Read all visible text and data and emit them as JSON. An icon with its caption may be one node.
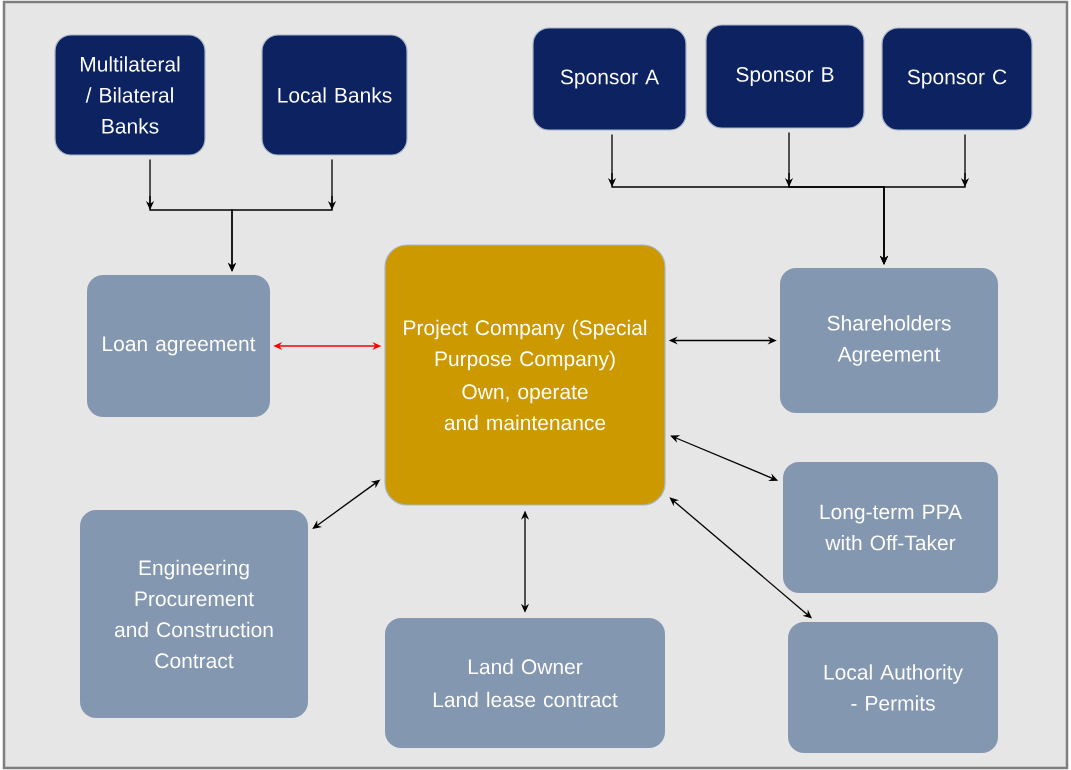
{
  "diagram": {
    "nodes": [
      {
        "text": [
          "Multilateral / Bilateral Banks"
        ]
      },
      {
        "text": [
          "Local Banks"
        ]
      },
      {
        "text": [
          "Sponsor A"
        ]
      },
      {
        "text": [
          "Sponsor B"
        ]
      },
      {
        "text": [
          "Sponsor C"
        ]
      },
      {
        "text": [
          "Loan agreement"
        ]
      },
      {
        "text": [
          "Project Company (Special Purpose Company)",
          "Own, operate and maintenance"
        ]
      },
      {
        "text": [
          "Shareholders Agreement"
        ]
      },
      {
        "text": [
          "Long-term PPA with Off-Taker"
        ]
      },
      {
        "text": [
          "Engineering Procurement and Construction Contract"
        ]
      },
      {
        "text": [
          "Land Owner",
          "Land lease contract"
        ]
      },
      {
        "text": [
          "Local Authority - Permits"
        ]
      }
    ],
    "edges": [
      {
        "from": 0,
        "to": 5,
        "arrow": "to"
      },
      {
        "from": 1,
        "to": 5,
        "arrow": "to"
      },
      {
        "from": 2,
        "to": 7,
        "arrow": "to"
      },
      {
        "from": 3,
        "to": 7,
        "arrow": "to"
      },
      {
        "from": 4,
        "to": 7,
        "arrow": "to"
      },
      {
        "from": 6,
        "to": 5,
        "arrow": "both",
        "color": "#ff0000"
      },
      {
        "from": 6,
        "to": 7,
        "arrow": "both"
      },
      {
        "from": 6,
        "to": 8,
        "arrow": "both"
      },
      {
        "from": 6,
        "to": 9,
        "arrow": "both"
      },
      {
        "from": 6,
        "to": 10,
        "arrow": "both"
      },
      {
        "from": 6,
        "to": 11,
        "arrow": "both"
      }
    ]
  }
}
